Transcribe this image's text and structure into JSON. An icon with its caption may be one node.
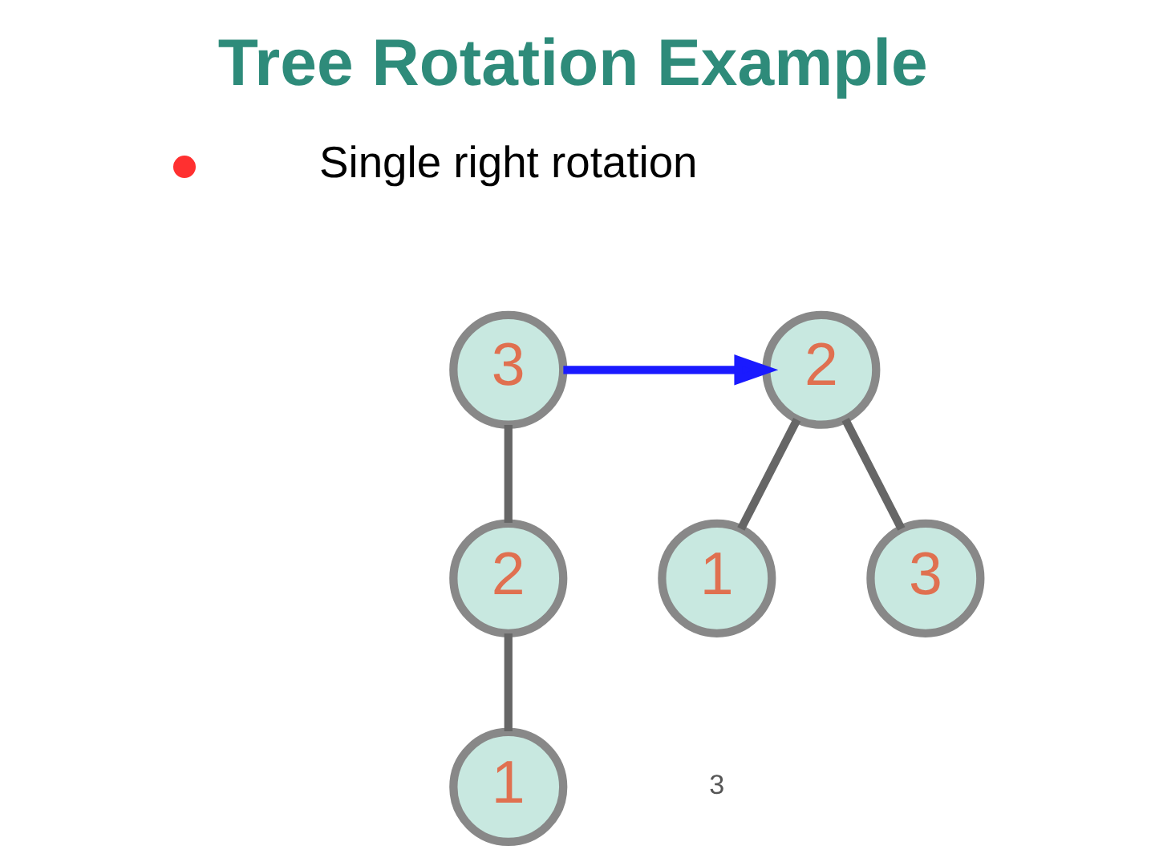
{
  "diagram": {
    "title": "Tree Rotation Example",
    "nodes": [
      {
        "text": [
          "3"
        ]
      },
      {
        "text": [
          "2"
        ]
      },
      {
        "text": [
          "1"
        ]
      },
      {
        "text": [
          "2"
        ]
      },
      {
        "text": [
          "1"
        ]
      },
      {
        "text": [
          "3"
        ]
      }
    ],
    "edges": [
      {
        "from": 0,
        "to": 1,
        "arrow": "none"
      },
      {
        "from": 1,
        "to": 2,
        "arrow": "none"
      },
      {
        "from": 3,
        "to": 4,
        "arrow": "none"
      },
      {
        "from": 3,
        "to": 5,
        "arrow": "none"
      },
      {
        "from": 0,
        "to": 3,
        "arrow": "to",
        "color": "#1a1aff"
      }
    ],
    "labels": [
      "Single right rotation",
      "3"
    ]
  }
}
